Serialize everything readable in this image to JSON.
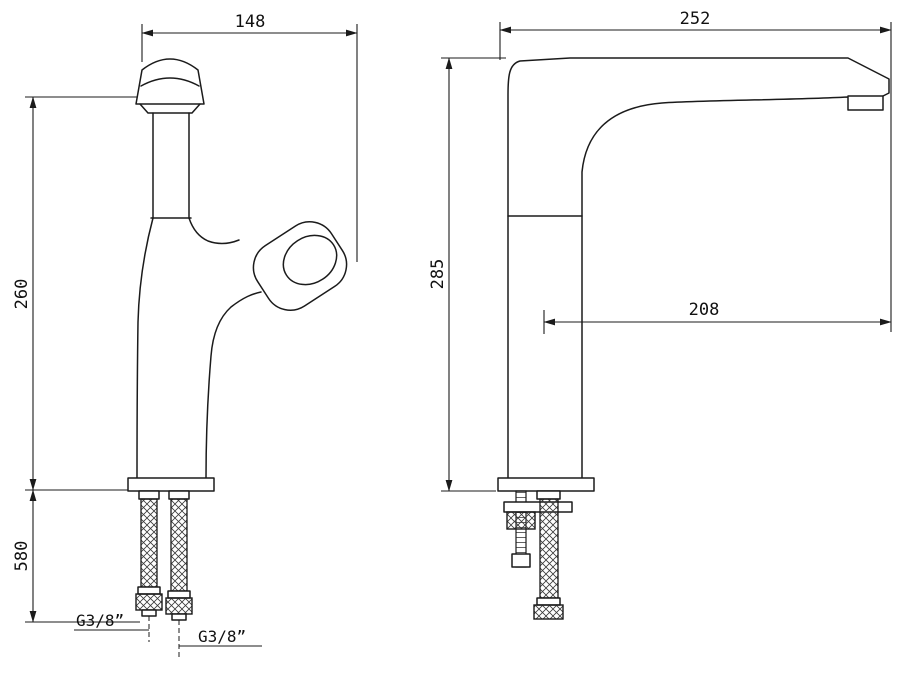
{
  "drawing": {
    "type": "faucet-dimension-drawing",
    "front_view": {
      "width": "148",
      "height_upper": "260",
      "height_lower": "580",
      "thread_left": "G3/8”",
      "thread_right": "G3/8”"
    },
    "side_view": {
      "width": "252",
      "height": "285",
      "spout_reach": "208"
    }
  }
}
